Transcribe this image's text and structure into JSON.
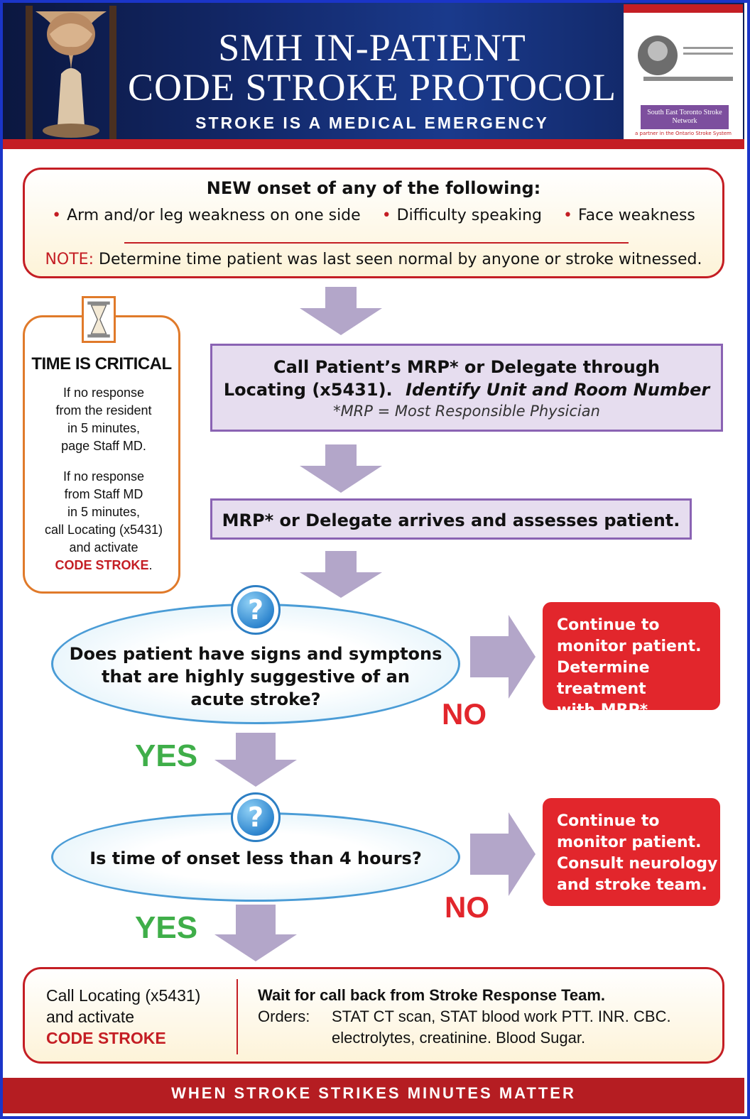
{
  "header": {
    "title_line1": "SMH IN-PATIENT",
    "title_line2": "CODE STROKE PROTOCOL",
    "subtitle": "STROKE IS A MEDICAL EMERGENCY",
    "network_logo_text": "South East Toronto Stroke Network",
    "ontario_text": "a partner in the Ontario Stroke System",
    "colors": {
      "navy": "#13296b",
      "red": "#c41e24",
      "purple": "#7d4f9e"
    }
  },
  "onset": {
    "heading": "NEW onset of any of the following:",
    "symptoms": [
      "Arm and/or leg weakness on one side",
      "Difficulty speaking",
      "Face weakness"
    ],
    "note_label": "NOTE:",
    "note_text": "Determine time patient was last seen normal by anyone or stroke witnessed."
  },
  "time_critical": {
    "heading": "TIME IS CRITICAL",
    "para1": [
      "If no response",
      "from the resident",
      "in 5 minutes,",
      "page Staff MD."
    ],
    "para2": [
      "If no response",
      "from Staff MD",
      "in 5 minutes,",
      "call Locating (x5431)",
      "and activate"
    ],
    "code_stroke": "CODE STROKE",
    "period": "."
  },
  "step1": {
    "line1": "Call Patient’s MRP* or Delegate through",
    "line2a": "Locating (x5431).",
    "line2b": "Identify Unit and Room Number",
    "line3": "*MRP = Most Responsible Physician"
  },
  "step2": {
    "text": "MRP* or Delegate arrives and assesses patient."
  },
  "decision1": {
    "question_mark": "?",
    "lines": [
      "Does patient have signs and symptons",
      "that are highly suggestive of an",
      "acute stroke?"
    ],
    "no_label": "NO",
    "yes_label": "YES",
    "no_outcome": [
      "Continue to",
      "monitor patient.",
      "Determine treatment",
      "with MRP*."
    ]
  },
  "decision2": {
    "question_mark": "?",
    "text": "Is time of onset less than 4 hours?",
    "no_label": "NO",
    "yes_label": "YES",
    "no_outcome": [
      "Continue to",
      "monitor patient.",
      "Consult neurology",
      "and stroke team."
    ]
  },
  "final": {
    "left_line1": "Call Locating (x5431)",
    "left_line2": "and activate",
    "left_code": "CODE STROKE",
    "wait": "Wait for call back from Stroke Response Team.",
    "orders_label": "Orders:",
    "orders_line1": "STAT CT scan, STAT blood work PTT. INR. CBC.",
    "orders_line2": "electrolytes, creatinine. Blood Sugar."
  },
  "footer": {
    "text": "WHEN STROKE STRIKES MINUTES MATTER"
  }
}
